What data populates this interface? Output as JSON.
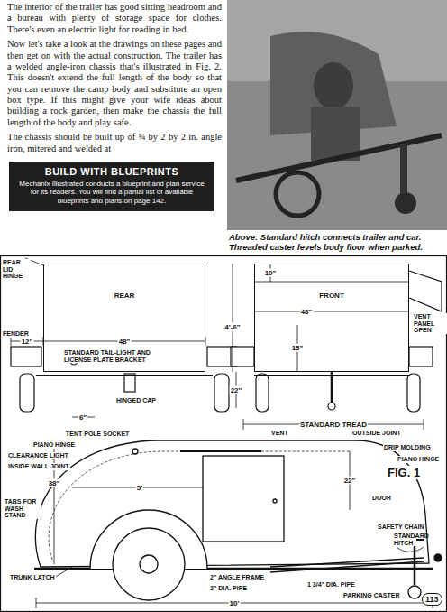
{
  "diagram": {
    "caption": "Above: Standard hitch connects trailer and car. Threaded caster levels body floor when parked.",
    "nodes": [
      {
        "text": [
          "BUILD WITH BLUEPRINTS",
          "Mechanix Illustrated conducts a blueprint and plan service for its readers. You will find a partial list of available blueprints and plans on page 142."
        ]
      },
      {
        "text": [
          "REAR"
        ]
      },
      {
        "text": [
          "FRONT"
        ]
      }
    ],
    "labels": [
      "The interior of the trailer has good sitting headroom and a bureau with plenty of storage space for clothes. There's even an electric light for reading in bed.",
      "Now let's take a look at the drawings on these pages and then get on with the actual construction. The trailer has a welded angle-iron chassis that's illustrated in Fig. 2. This doesn't extend the full length of the body so that you can remove the camp body and substitute an open box type. If this might give your wife ideas about building a rock garden, then make the chassis the full length of the body and play safe.",
      "The chassis should be built up of ¼ by 2 by 2 in. angle iron, mitered and welded at",
      "REAR LID HINGE",
      "FENDER",
      "12\"",
      "48\"",
      "STANDARD TAIL-LIGHT AND LICENSE PLATE BRACKET",
      "HINGED CAP",
      "6\"",
      "10\"",
      "48\"",
      "4'-6\"",
      "15\"",
      "22\"",
      "VENT PANEL OPEN",
      "STANDARD TREAD",
      "TENT POLE SOCKET",
      "PIANO HINGE",
      "CLEARANCE LIGHT",
      "INSIDE WALL JOINT",
      "38\"",
      "TABS FOR WASH STAND",
      "5'",
      "VENT",
      "OUTSIDE JOINT",
      "DRIP MOLDING",
      "PIANO HINGE",
      "22\"",
      "DOOR",
      "SAFETY CHAIN",
      "STANDARD HITCH",
      "TRUNK LATCH",
      "2\" ANGLE FRAME",
      "2\" DIA. PIPE",
      "1 3/4\" DIA. PIPE",
      "PARKING CASTER",
      "10'",
      "FIG. 1",
      "113"
    ]
  }
}
